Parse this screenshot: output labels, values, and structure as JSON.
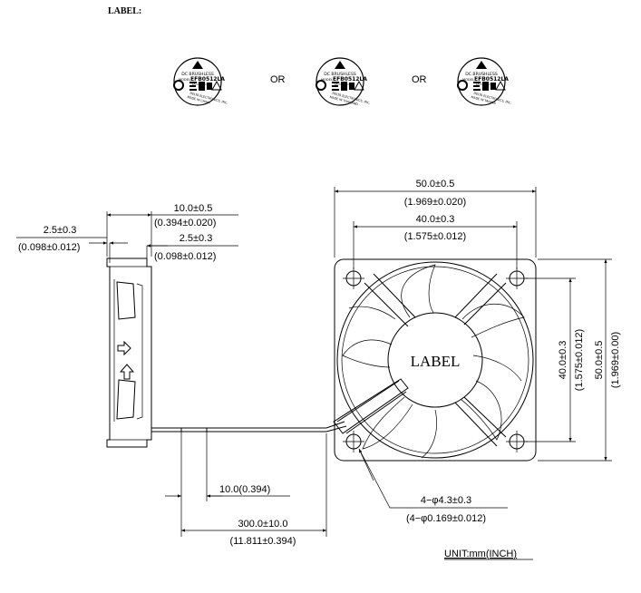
{
  "header": {
    "label_heading": "LABEL:"
  },
  "labels": {
    "or_text": "OR",
    "items": [
      {
        "line_brand": "DC BRUSHLESS",
        "line_model": "MODEL",
        "line_model_no": "EFB0512LA",
        "line_rating": "DC12V  0.08A",
        "line_maker": "DELTA ELECTRONICS, INC.",
        "line_origin": "MADE IN CHINA"
      },
      {
        "line_brand": "DC BRUSHLESS",
        "line_model": "MODEL",
        "line_model_no": "EFB0512LA",
        "line_rating": "DC12V  0.08A",
        "line_maker": "DELTA ELECTRONICS, INC.",
        "line_origin": "MADE IN THAILAND"
      },
      {
        "line_brand": "DC BRUSHLESS",
        "line_model": "MODEL",
        "line_model_no": "EFB0512LA",
        "line_rating": "DC12V  0.08A",
        "line_maker": "DELTA ELECTRONICS, INC.",
        "line_origin": "MADE IN TAIWAN"
      }
    ]
  },
  "side_view": {
    "thickness_mm": "10.0±0.5",
    "thickness_in": "(0.394±0.020)",
    "offset_left_mm": "2.5±0.3",
    "offset_left_in": "(0.098±0.012)",
    "offset_right_mm": "2.5±0.3",
    "offset_right_in": "(0.098±0.012)"
  },
  "front_view": {
    "width_mm": "50.0±0.5",
    "width_in": "(1.969±0.020)",
    "hole_pitch_mm": "40.0±0.3",
    "hole_pitch_in": "(1.575±0.012)",
    "height_pitch": "40.0±0.3",
    "height_pitch_in": "(1.575±0.012)",
    "height_mm": "50.0±0.5",
    "height_in": "(1.969±0.00)",
    "hub_label": "LABEL",
    "hole_mm": "4−φ4.3±0.3",
    "hole_in": "(4−φ0.169±0.012)"
  },
  "cable": {
    "stub_len": "10.0(0.394)",
    "lead_len_mm": "300.0±10.0",
    "lead_len_in": "(11.811±0.394)"
  },
  "footer": {
    "unit_note": "UNIT:mm(INCH)"
  }
}
